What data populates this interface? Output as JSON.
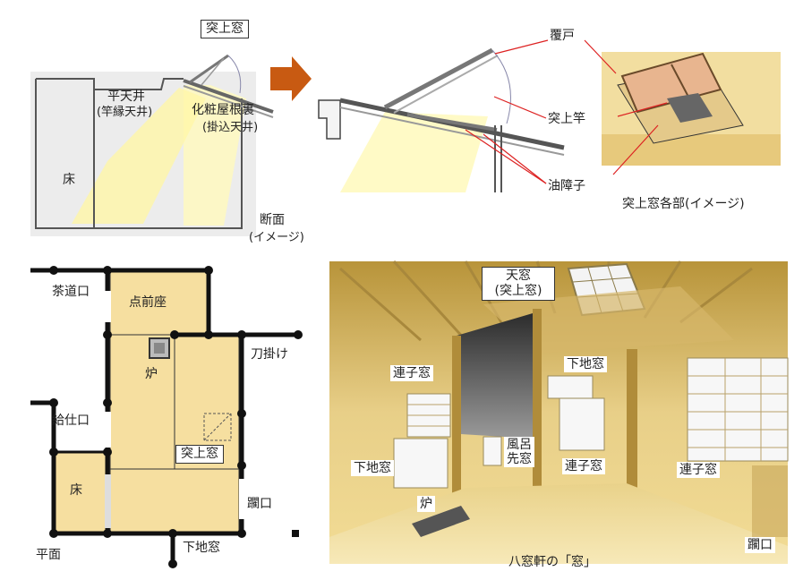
{
  "section": {
    "title": "突上窓",
    "ceiling_flat": "平天井",
    "ceiling_flat_sub": "(竿縁天井)",
    "ceiling_slope": "化粧屋根裏",
    "ceiling_slope_sub": "(掛込天井)",
    "floor": "床",
    "caption_1": "断面",
    "caption_2": "(イメージ)"
  },
  "detail": {
    "cover": "覆戸",
    "pole": "突上竿",
    "shoji": "油障子",
    "caption": "突上窓各部(イメージ)"
  },
  "plan": {
    "chado_guchi": "茶道口",
    "temae_za": "点前座",
    "ro": "炉",
    "katana_kake": "刀掛け",
    "kyuji_guchi": "給仕口",
    "tsukiage_mado": "突上窓",
    "toko": "床",
    "nijiri_guchi": "躙口",
    "shitaji_mado": "下地窓",
    "caption": "平面"
  },
  "interior": {
    "ten_mado_1": "天窓",
    "ten_mado_2": "(突上窓)",
    "renji_mado_left": "連子窓",
    "shitaji_mado_top": "下地窓",
    "shitaji_mado_left": "下地窓",
    "furosaki_1": "風呂",
    "furosaki_2": "先窓",
    "renji_mado_mid": "連子窓",
    "renji_mado_right": "連子窓",
    "ro": "炉",
    "nijiri_guchi": "躙口",
    "caption": "八窓軒の「窓」"
  },
  "colors": {
    "arrow": "#c85a12",
    "wall": "#1a1a1a",
    "tatami": "#f6dfa0",
    "light": "#fbf6b0",
    "roof": "#8a8a8a",
    "wood": "#c8a65a"
  }
}
